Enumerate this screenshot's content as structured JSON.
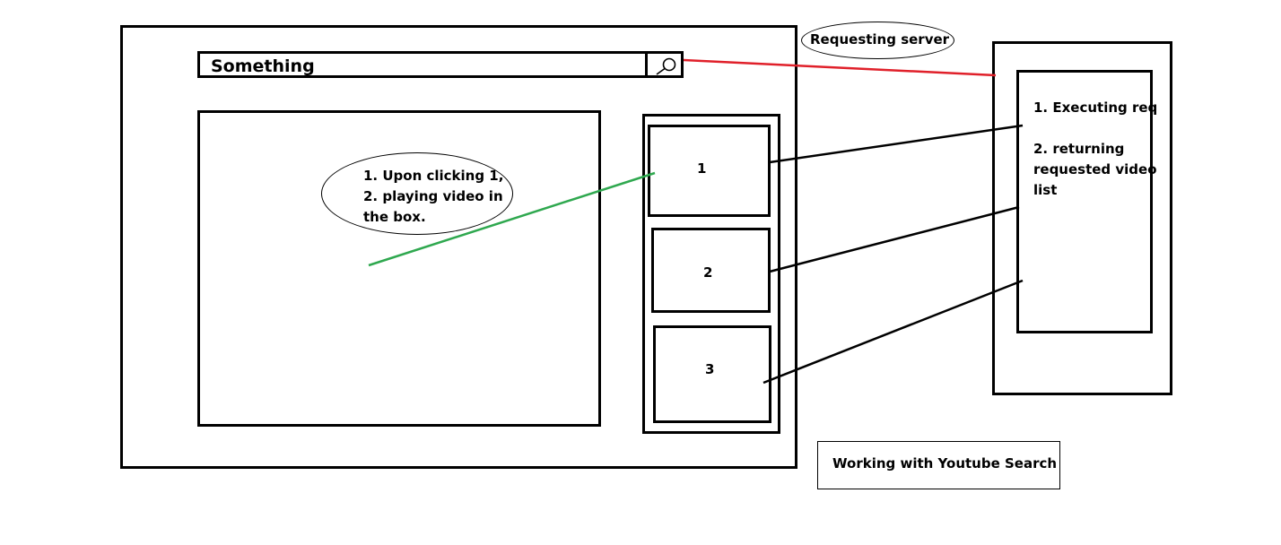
{
  "search": {
    "value": "Something",
    "button_icon": "search-icon"
  },
  "video_list": {
    "items": [
      {
        "label": "1"
      },
      {
        "label": "2"
      },
      {
        "label": "3"
      }
    ]
  },
  "annotation_player": {
    "lines": [
      "1. Upon clicking 1,",
      "2. playing video in",
      "the box."
    ]
  },
  "annotation_server": {
    "label": "Requesting server"
  },
  "server": {
    "lines": [
      "1. Executing req",
      "",
      "2. returning",
      "requested video",
      "list"
    ]
  },
  "caption": {
    "text": "Working with Youtube Search"
  },
  "colors": {
    "request_line": "#e0202a",
    "click_line": "#2fa84f",
    "response_line": "#000000"
  }
}
